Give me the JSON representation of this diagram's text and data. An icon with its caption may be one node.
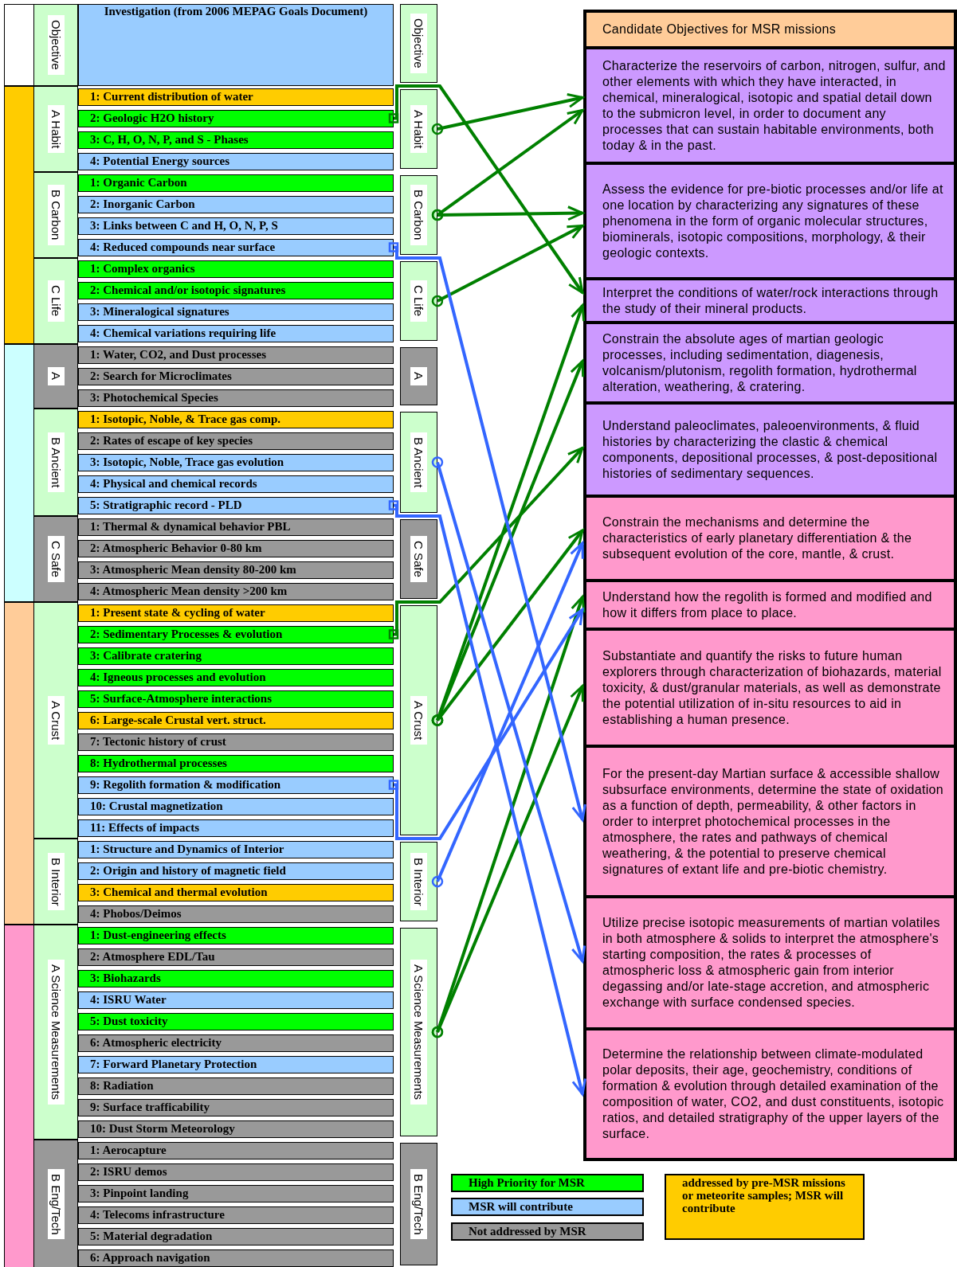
{
  "diagram": {
    "nodes": [
      {
        "text": [
          "Objective"
        ]
      },
      {
        "text": [
          "Investigation (from 2006 MEPAG Goals Document)"
        ]
      },
      {
        "text": [
          "Objective"
        ]
      },
      {
        "text": [
          "A Habit"
        ]
      },
      {
        "text": [
          "1: Current distribution of water"
        ]
      },
      {
        "text": [
          "2: Geologic H2O history"
        ]
      },
      {
        "text": [
          "3: C, H, O, N, P, and S - Phases"
        ]
      },
      {
        "text": [
          "4: Potential Energy sources"
        ]
      },
      {
        "text": [
          "A Habit"
        ]
      },
      {
        "text": [
          "B Carbon"
        ]
      },
      {
        "text": [
          "1: Organic Carbon"
        ]
      },
      {
        "text": [
          "2: Inorganic Carbon"
        ]
      },
      {
        "text": [
          "3: Links between C and H, O, N, P, S"
        ]
      },
      {
        "text": [
          "4: Reduced compounds near surface"
        ]
      },
      {
        "text": [
          "B Carbon"
        ]
      },
      {
        "text": [
          "C Life"
        ]
      },
      {
        "text": [
          "1: Complex organics"
        ]
      },
      {
        "text": [
          "2: Chemical and/or isotopic signatures"
        ]
      },
      {
        "text": [
          "3: Mineralogical signatures"
        ]
      },
      {
        "text": [
          "4: Chemical variations requiring life"
        ]
      },
      {
        "text": [
          "C Life"
        ]
      },
      {
        "text": [
          "A"
        ]
      },
      {
        "text": [
          "1: Water, CO2, and Dust processes"
        ]
      },
      {
        "text": [
          "2: Search for Microclimates"
        ]
      },
      {
        "text": [
          "3: Photochemical Species"
        ]
      },
      {
        "text": [
          "A"
        ]
      },
      {
        "text": [
          "B Ancient"
        ]
      },
      {
        "text": [
          "1: Isotopic, Noble, & Trace gas comp."
        ]
      },
      {
        "text": [
          "2: Rates of escape of key species"
        ]
      },
      {
        "text": [
          "3: Isotopic, Noble, Trace gas evolution"
        ]
      },
      {
        "text": [
          "4: Physical and chemical records"
        ]
      },
      {
        "text": [
          "5: Stratigraphic record - PLD"
        ]
      },
      {
        "text": [
          "B Ancient"
        ]
      },
      {
        "text": [
          "C Safe"
        ]
      },
      {
        "text": [
          "1: Thermal & dynamical behavior PBL"
        ]
      },
      {
        "text": [
          "2: Atmospheric Behavior 0-80 km"
        ]
      },
      {
        "text": [
          "3: Atmospheric Mean density 80-200 km"
        ]
      },
      {
        "text": [
          "4: Atmospheric Mean density >200 km"
        ]
      },
      {
        "text": [
          "C Safe"
        ]
      },
      {
        "text": [
          "A Crust"
        ]
      },
      {
        "text": [
          "1: Present state & cycling of water"
        ]
      },
      {
        "text": [
          "2: Sedimentary Processes & evolution"
        ]
      },
      {
        "text": [
          "3: Calibrate cratering"
        ]
      },
      {
        "text": [
          "4: Igneous processes and evolution"
        ]
      },
      {
        "text": [
          "5: Surface-Atmosphere interactions"
        ]
      },
      {
        "text": [
          "6: Large-scale Crustal vert. struct."
        ]
      },
      {
        "text": [
          "7: Tectonic history of crust"
        ]
      },
      {
        "text": [
          "8: Hydrothermal processes"
        ]
      },
      {
        "text": [
          "9: Regolith formation & modification"
        ]
      },
      {
        "text": [
          "10: Crustal magnetization"
        ]
      },
      {
        "text": [
          "11: Effects of impacts"
        ]
      },
      {
        "text": [
          "A Crust"
        ]
      },
      {
        "text": [
          "B Interior"
        ]
      },
      {
        "text": [
          "1: Structure and Dynamics of Interior"
        ]
      },
      {
        "text": [
          "2: Origin and history of magnetic field"
        ]
      },
      {
        "text": [
          "3: Chemical and thermal evolution"
        ]
      },
      {
        "text": [
          "4: Phobos/Deimos"
        ]
      },
      {
        "text": [
          "B Interior"
        ]
      },
      {
        "text": [
          "A Science Measurements"
        ]
      },
      {
        "text": [
          "1: Dust-engineering effects"
        ]
      },
      {
        "text": [
          "2: Atmosphere EDL/Tau"
        ]
      },
      {
        "text": [
          "3: Biohazards"
        ]
      },
      {
        "text": [
          "4: ISRU Water"
        ]
      },
      {
        "text": [
          "5: Dust toxicity"
        ]
      },
      {
        "text": [
          "6: Atmospheric electricity"
        ]
      },
      {
        "text": [
          "7: Forward Planetary Protection"
        ]
      },
      {
        "text": [
          "8: Radiation"
        ]
      },
      {
        "text": [
          "9: Surface trafficability"
        ]
      },
      {
        "text": [
          "10: Dust Storm Meteorology"
        ]
      },
      {
        "text": [
          "A Science Measurements"
        ]
      },
      {
        "text": [
          "B Eng/Tech"
        ]
      },
      {
        "text": [
          "1: Aerocapture"
        ]
      },
      {
        "text": [
          "2: ISRU demos"
        ]
      },
      {
        "text": [
          "3: Pinpoint landing"
        ]
      },
      {
        "text": [
          "4: Telecoms infrastructure"
        ]
      },
      {
        "text": [
          "5: Material degradation"
        ]
      },
      {
        "text": [
          "6: Approach navigation"
        ]
      },
      {
        "text": [
          "B Eng/Tech"
        ]
      },
      {
        "text": [
          "Candidate Objectives for MSR missions"
        ]
      },
      {
        "text": [
          "Characterize the reservoirs of carbon, nitrogen, sulfur, and other elements with which they have interacted, in chemical, mineralogical, isotopic and spatial detail down to the submicron level, in order to document any processes that can sustain habitable environments, both today & in the past."
        ]
      },
      {
        "text": [
          "Assess the evidence for pre-biotic processes and/or life at one location by characterizing any signatures of these phenomena in the form of organic molecular structures, biominerals, isotopic compositions, morphology, & their geologic contexts."
        ]
      },
      {
        "text": [
          "Interpret the conditions of water/rock interactions through the study of their mineral products."
        ]
      },
      {
        "text": [
          "Constrain the absolute ages of martian geologic processes, including sedimentation, diagenesis, volcanism/plutonism, regolith formation, hydrothermal alteration, weathering, & cratering."
        ]
      },
      {
        "text": [
          "Understand paleoclimates, paleoenvironments, & fluid histories by characterizing the clastic & chemical components, depositional processes, & post-depositional histories of sedimentary sequences."
        ]
      },
      {
        "text": [
          "Constrain the mechanisms and determine the characteristics of early planetary differentiation & the subsequent evolution of the core, mantle, & crust."
        ]
      },
      {
        "text": [
          "Understand how the regolith is formed and modified and how it differs from place to place."
        ]
      },
      {
        "text": [
          "Substantiate and quantify the risks to future human explorers through characterization of biohazards, material toxicity, & dust/granular materials, as well as demonstrate the potential utilization of in-situ resources to aid in establishing a human presence."
        ]
      },
      {
        "text": [
          "For the present-day Martian surface & accessible shallow subsurface environments, determine the state of oxidation as a function of depth, permeability, & other factors in order to interpret photochemical processes in the atmosphere, the rates and pathways of chemical weathering, & the potential to preserve chemical signatures of extant life and pre-biotic chemistry."
        ]
      },
      {
        "text": [
          "Utilize precise isotopic measurements of martian volatiles in both atmosphere & solids to interpret the atmosphere's starting composition, the rates & processes of atmospheric loss & atmospheric gain from interior degassing and/or late-stage accretion, and atmospheric exchange with surface condensed species."
        ]
      },
      {
        "text": [
          "Determine the relationship between climate-modulated polar deposits, their age, geochemistry, conditions of formation & evolution through detailed examination of the composition of water, CO2, and dust constituents, isotopic ratios, and detailed stratigraphy of the upper layers of the surface."
        ]
      },
      {
        "text": [],
        "shape": "bar"
      },
      {
        "text": [],
        "shape": "bar"
      },
      {
        "text": [],
        "shape": "bar"
      },
      {
        "text": [],
        "shape": "bar"
      }
    ],
    "edges": [
      {
        "from": 5,
        "to": 81,
        "arrow": "to"
      },
      {
        "from": 8,
        "to": 79,
        "arrow": "to"
      },
      {
        "from": 14,
        "to": 79,
        "arrow": "to"
      },
      {
        "from": 14,
        "to": 80,
        "arrow": "to"
      },
      {
        "from": 20,
        "to": 80,
        "arrow": "to"
      },
      {
        "from": 41,
        "to": 83,
        "arrow": "to"
      },
      {
        "from": 51,
        "to": 81,
        "arrow": "to"
      },
      {
        "from": 51,
        "to": 82,
        "arrow": "to"
      },
      {
        "from": 51,
        "to": 84,
        "arrow": "to"
      },
      {
        "from": 69,
        "to": 85,
        "arrow": "to"
      },
      {
        "from": 69,
        "to": 86,
        "arrow": "to"
      },
      {
        "from": 13,
        "to": 87,
        "arrow": "to",
        "color": "#3366ff"
      },
      {
        "from": 32,
        "to": 88,
        "arrow": "to",
        "color": "#3366ff"
      },
      {
        "from": 31,
        "to": 89,
        "arrow": "to",
        "color": "#3366ff"
      },
      {
        "from": 48,
        "to": 85,
        "arrow": "to",
        "color": "#3366ff"
      },
      {
        "from": 57,
        "to": 84,
        "arrow": "to",
        "color": "#3366ff"
      }
    ],
    "legend": [
      {
        "text": "High Priority for MSR",
        "color": "#00ff00"
      },
      {
        "text": "MSR will contribute",
        "color": "#99ccff"
      },
      {
        "text": "Not addressed by MSR",
        "color": "#999999"
      },
      {
        "text": "addressed by pre-MSR missions or meteorite samples; MSR will contribute",
        "color": "#ffcc00"
      }
    ]
  }
}
